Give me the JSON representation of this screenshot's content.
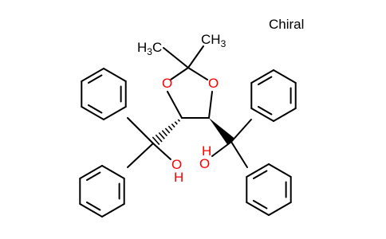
{
  "annotation": "Chiral",
  "colors": {
    "bond": "#000000",
    "oxygen": "#ff0000",
    "carbon_label": "#000000"
  },
  "ring_oxygen_left": "O",
  "ring_oxygen_right": "O",
  "methyl_left": {
    "main": "H",
    "sub": "3",
    "tail": "C"
  },
  "methyl_right": {
    "main": "CH",
    "sub": "3"
  },
  "hydroxyl_left": {
    "o": "O",
    "h": "H"
  },
  "hydroxyl_right": {
    "o": "O",
    "h": "H"
  }
}
